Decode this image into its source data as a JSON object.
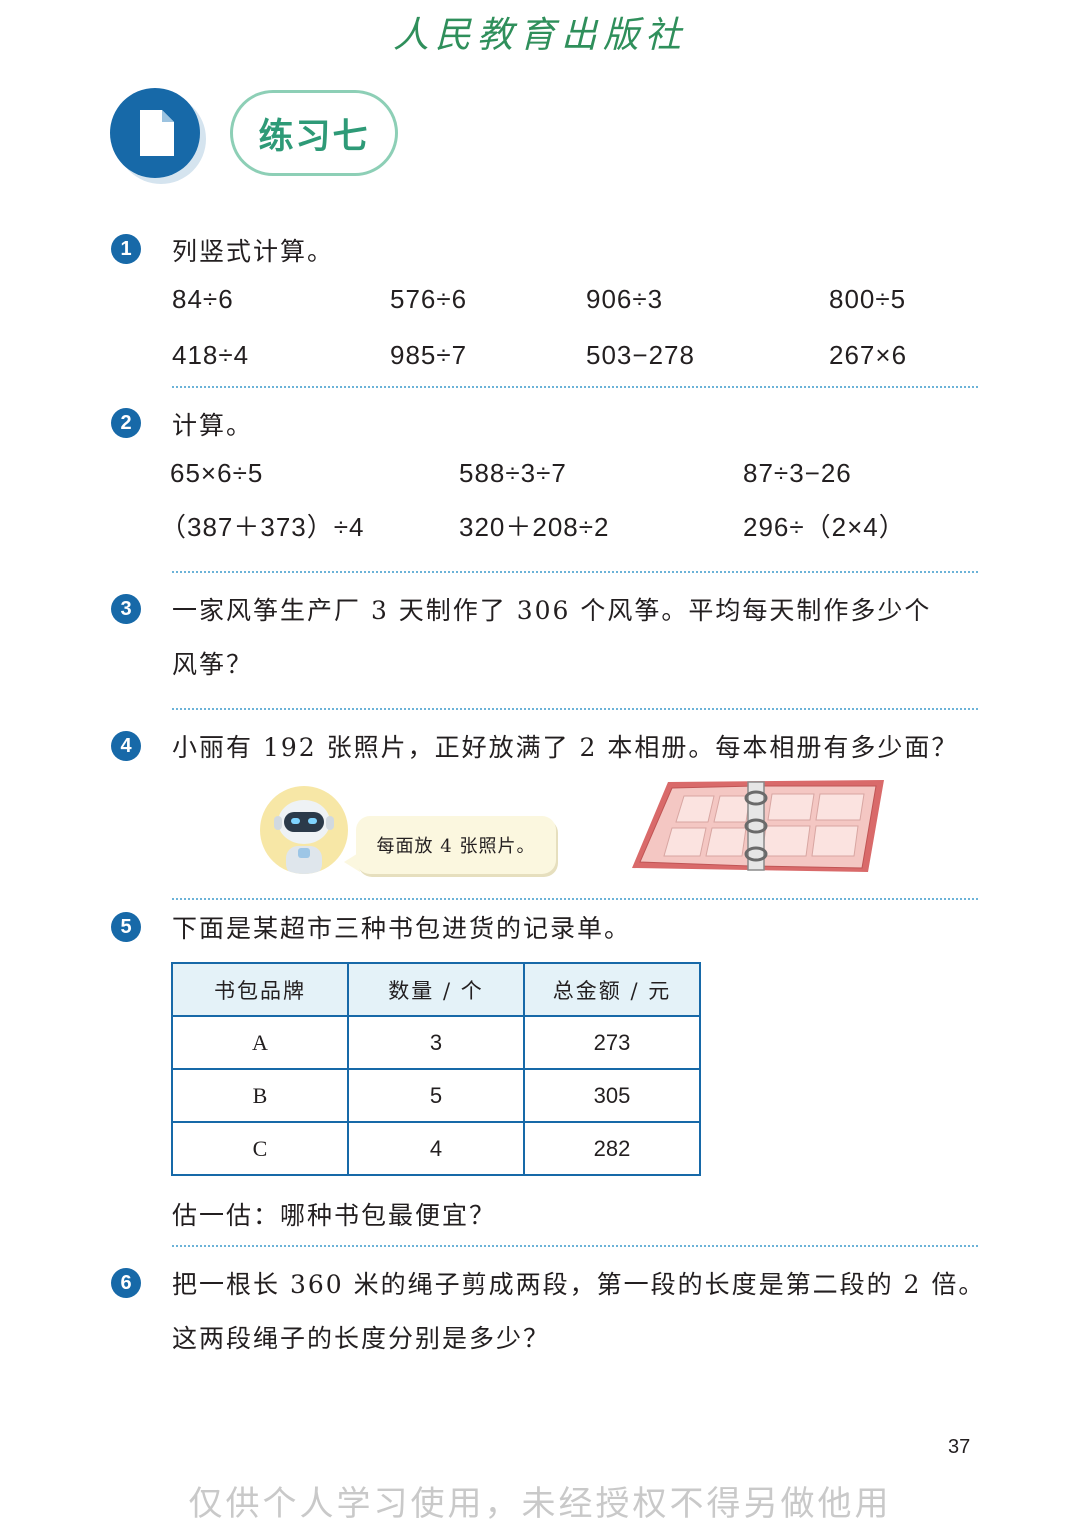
{
  "header": {
    "publisher": "人民教育出版社"
  },
  "exercise": {
    "title": "练习七"
  },
  "q1": {
    "number": "1",
    "text": "列竖式计算。",
    "row1": [
      "84÷6",
      "576÷6",
      "906÷3",
      "800÷5"
    ],
    "row2": [
      "418÷4",
      "985÷7",
      "503−278",
      "267×6"
    ]
  },
  "q2": {
    "number": "2",
    "text": "计算。",
    "row1": [
      "65×6÷5",
      "588÷3÷7",
      "87÷3−26"
    ],
    "row2": [
      "（387＋373）÷4",
      "320＋208÷2",
      "296÷（2×4）"
    ]
  },
  "q3": {
    "number": "3",
    "line1": "一家风筝生产厂 3 天制作了 306 个风筝。平均每天制作多少个",
    "line2": "风筝？"
  },
  "q4": {
    "number": "4",
    "text": "小丽有 192 张照片，正好放满了 2 本相册。每本相册有多少面？",
    "bubble": "每面放 4 张照片。"
  },
  "q5": {
    "number": "5",
    "text": "下面是某超市三种书包进货的记录单。",
    "table": {
      "headers": [
        "书包品牌",
        "数量 / 个",
        "总金额 / 元"
      ],
      "rows": [
        [
          "A",
          "3",
          "273"
        ],
        [
          "B",
          "5",
          "305"
        ],
        [
          "C",
          "4",
          "282"
        ]
      ]
    },
    "question": "估一估：哪种书包最便宜？"
  },
  "q6": {
    "number": "6",
    "line1": "把一根长 360 米的绳子剪成两段，第一段的长度是第二段的 2 倍。",
    "line2": "这两段绳子的长度分别是多少？"
  },
  "footer": {
    "page_number": "37",
    "watermark": "仅供个人学习使用，未经授权不得另做他用"
  },
  "colors": {
    "accent_blue": "#1769a8",
    "title_green": "#2e9a77",
    "divider": "#6cb3d8"
  }
}
